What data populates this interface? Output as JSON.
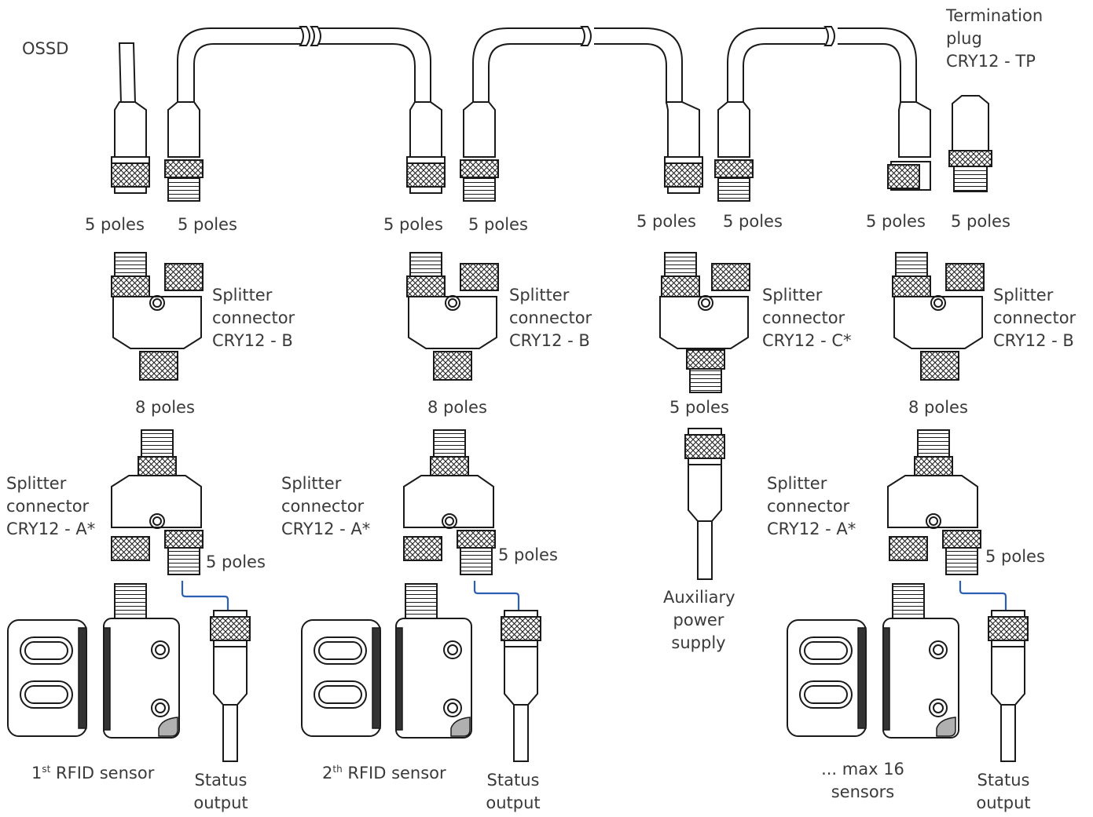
{
  "labels": {
    "ossd": "OSSD",
    "termination": [
      "Termination",
      "plug",
      "CRY12 - TP"
    ],
    "poles5": "5 poles",
    "poles8": "8 poles",
    "splitter_b": [
      "Splitter",
      "connector",
      "CRY12 - B"
    ],
    "splitter_c": [
      "Splitter",
      "connector",
      "CRY12 - C*"
    ],
    "splitter_a": [
      "Splitter",
      "connector",
      "CRY12 - A*"
    ],
    "sensor1": "1",
    "sensor1_sup": "st",
    "sensor1_rest": " RFID sensor",
    "sensor2": "2",
    "sensor2_sup": "th",
    "sensor2_rest": " RFID sensor",
    "max_sensors": [
      "... max 16",
      "sensors"
    ],
    "status_output": [
      "Status",
      "output"
    ],
    "aux_power": [
      "Auxiliary",
      "power",
      "supply"
    ]
  },
  "colors": {
    "wire": "#2a5fb3",
    "outline": "#1a1a1a",
    "text": "#3a3a3a"
  }
}
